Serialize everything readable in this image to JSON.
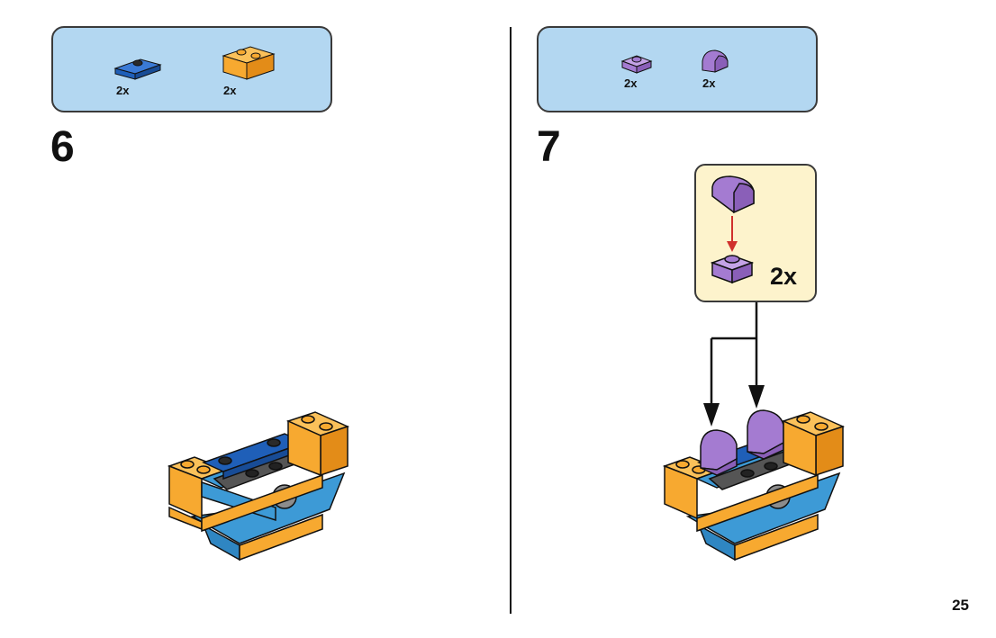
{
  "page": {
    "number": "25"
  },
  "colors": {
    "panel_bg": "#b3d7f1",
    "callout_bg": "#fdf3cc",
    "brick_orange": "#f7a930",
    "brick_blue": "#1f5fb8",
    "brick_azure": "#3d9ad6",
    "brick_dark_grey": "#555555",
    "brick_purple": "#a47bd1",
    "arrow_red": "#d0312d"
  },
  "steps": [
    {
      "number": "6",
      "parts": [
        {
          "icon": "blue-plate-1x2-jumper-icon",
          "qty": "2x"
        },
        {
          "icon": "orange-brick-1x2-icon",
          "qty": "2x"
        }
      ]
    },
    {
      "number": "7",
      "parts": [
        {
          "icon": "purple-plate-1x1-icon",
          "qty": "2x"
        },
        {
          "icon": "purple-slope-curved-1x1-icon",
          "qty": "2x"
        }
      ],
      "callout": {
        "qty": "2x"
      }
    }
  ]
}
